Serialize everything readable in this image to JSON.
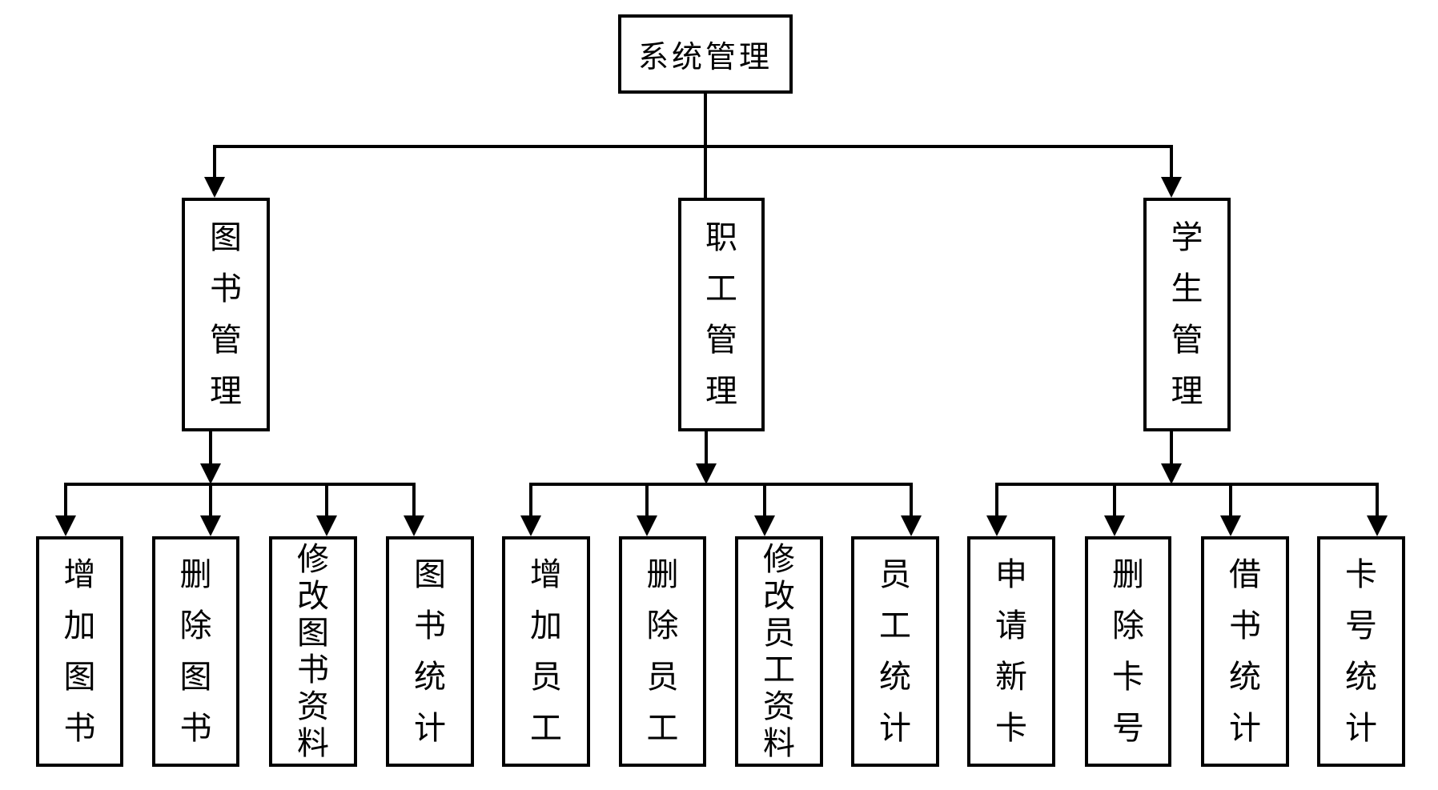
{
  "diagram": {
    "root": {
      "label": "系统管理"
    },
    "branches": [
      {
        "label": "图书管理",
        "children": [
          "增加图书",
          "删除图书",
          "修改图书资料",
          "图书统计"
        ]
      },
      {
        "label": "职工管理",
        "children": [
          "增加员工",
          "删除员工",
          "修改员工资料",
          "员工统计"
        ]
      },
      {
        "label": "学生管理",
        "children": [
          "申请新卡",
          "删除卡号",
          "借书统计",
          "卡号统计"
        ]
      }
    ]
  }
}
